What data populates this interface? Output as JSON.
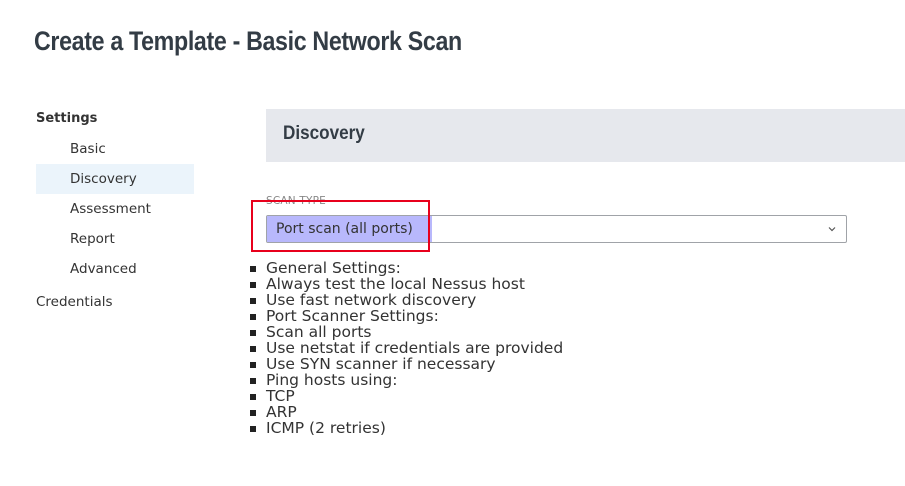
{
  "page": {
    "title": "Create a Template - Basic Network Scan"
  },
  "sidebar": {
    "heading": "Settings",
    "items": [
      {
        "label": "Basic",
        "active": false
      },
      {
        "label": "Discovery",
        "active": true
      },
      {
        "label": "Assessment",
        "active": false
      },
      {
        "label": "Report",
        "active": false
      },
      {
        "label": "Advanced",
        "active": false
      }
    ],
    "credentials": "Credentials"
  },
  "section": {
    "title": "Discovery"
  },
  "scan_type": {
    "label": "SCAN TYPE",
    "value": "Port scan (all ports)",
    "icon": "chevron-down-icon"
  },
  "settings_list": [
    "General Settings:",
    "Always test the local Nessus host",
    "Use fast network discovery",
    "Port Scanner Settings:",
    "Scan all ports",
    "Use netstat if credentials are provided",
    "Use SYN scanner if necessary",
    "Ping hosts using:",
    "TCP",
    "ARP",
    "ICMP (2 retries)"
  ],
  "colors": {
    "sidebar_active_bg": "#ebf4fb",
    "section_header_bg": "#e6e8ed",
    "selection_highlight": "#b8b8fc",
    "annotation_border": "#e8001c"
  }
}
